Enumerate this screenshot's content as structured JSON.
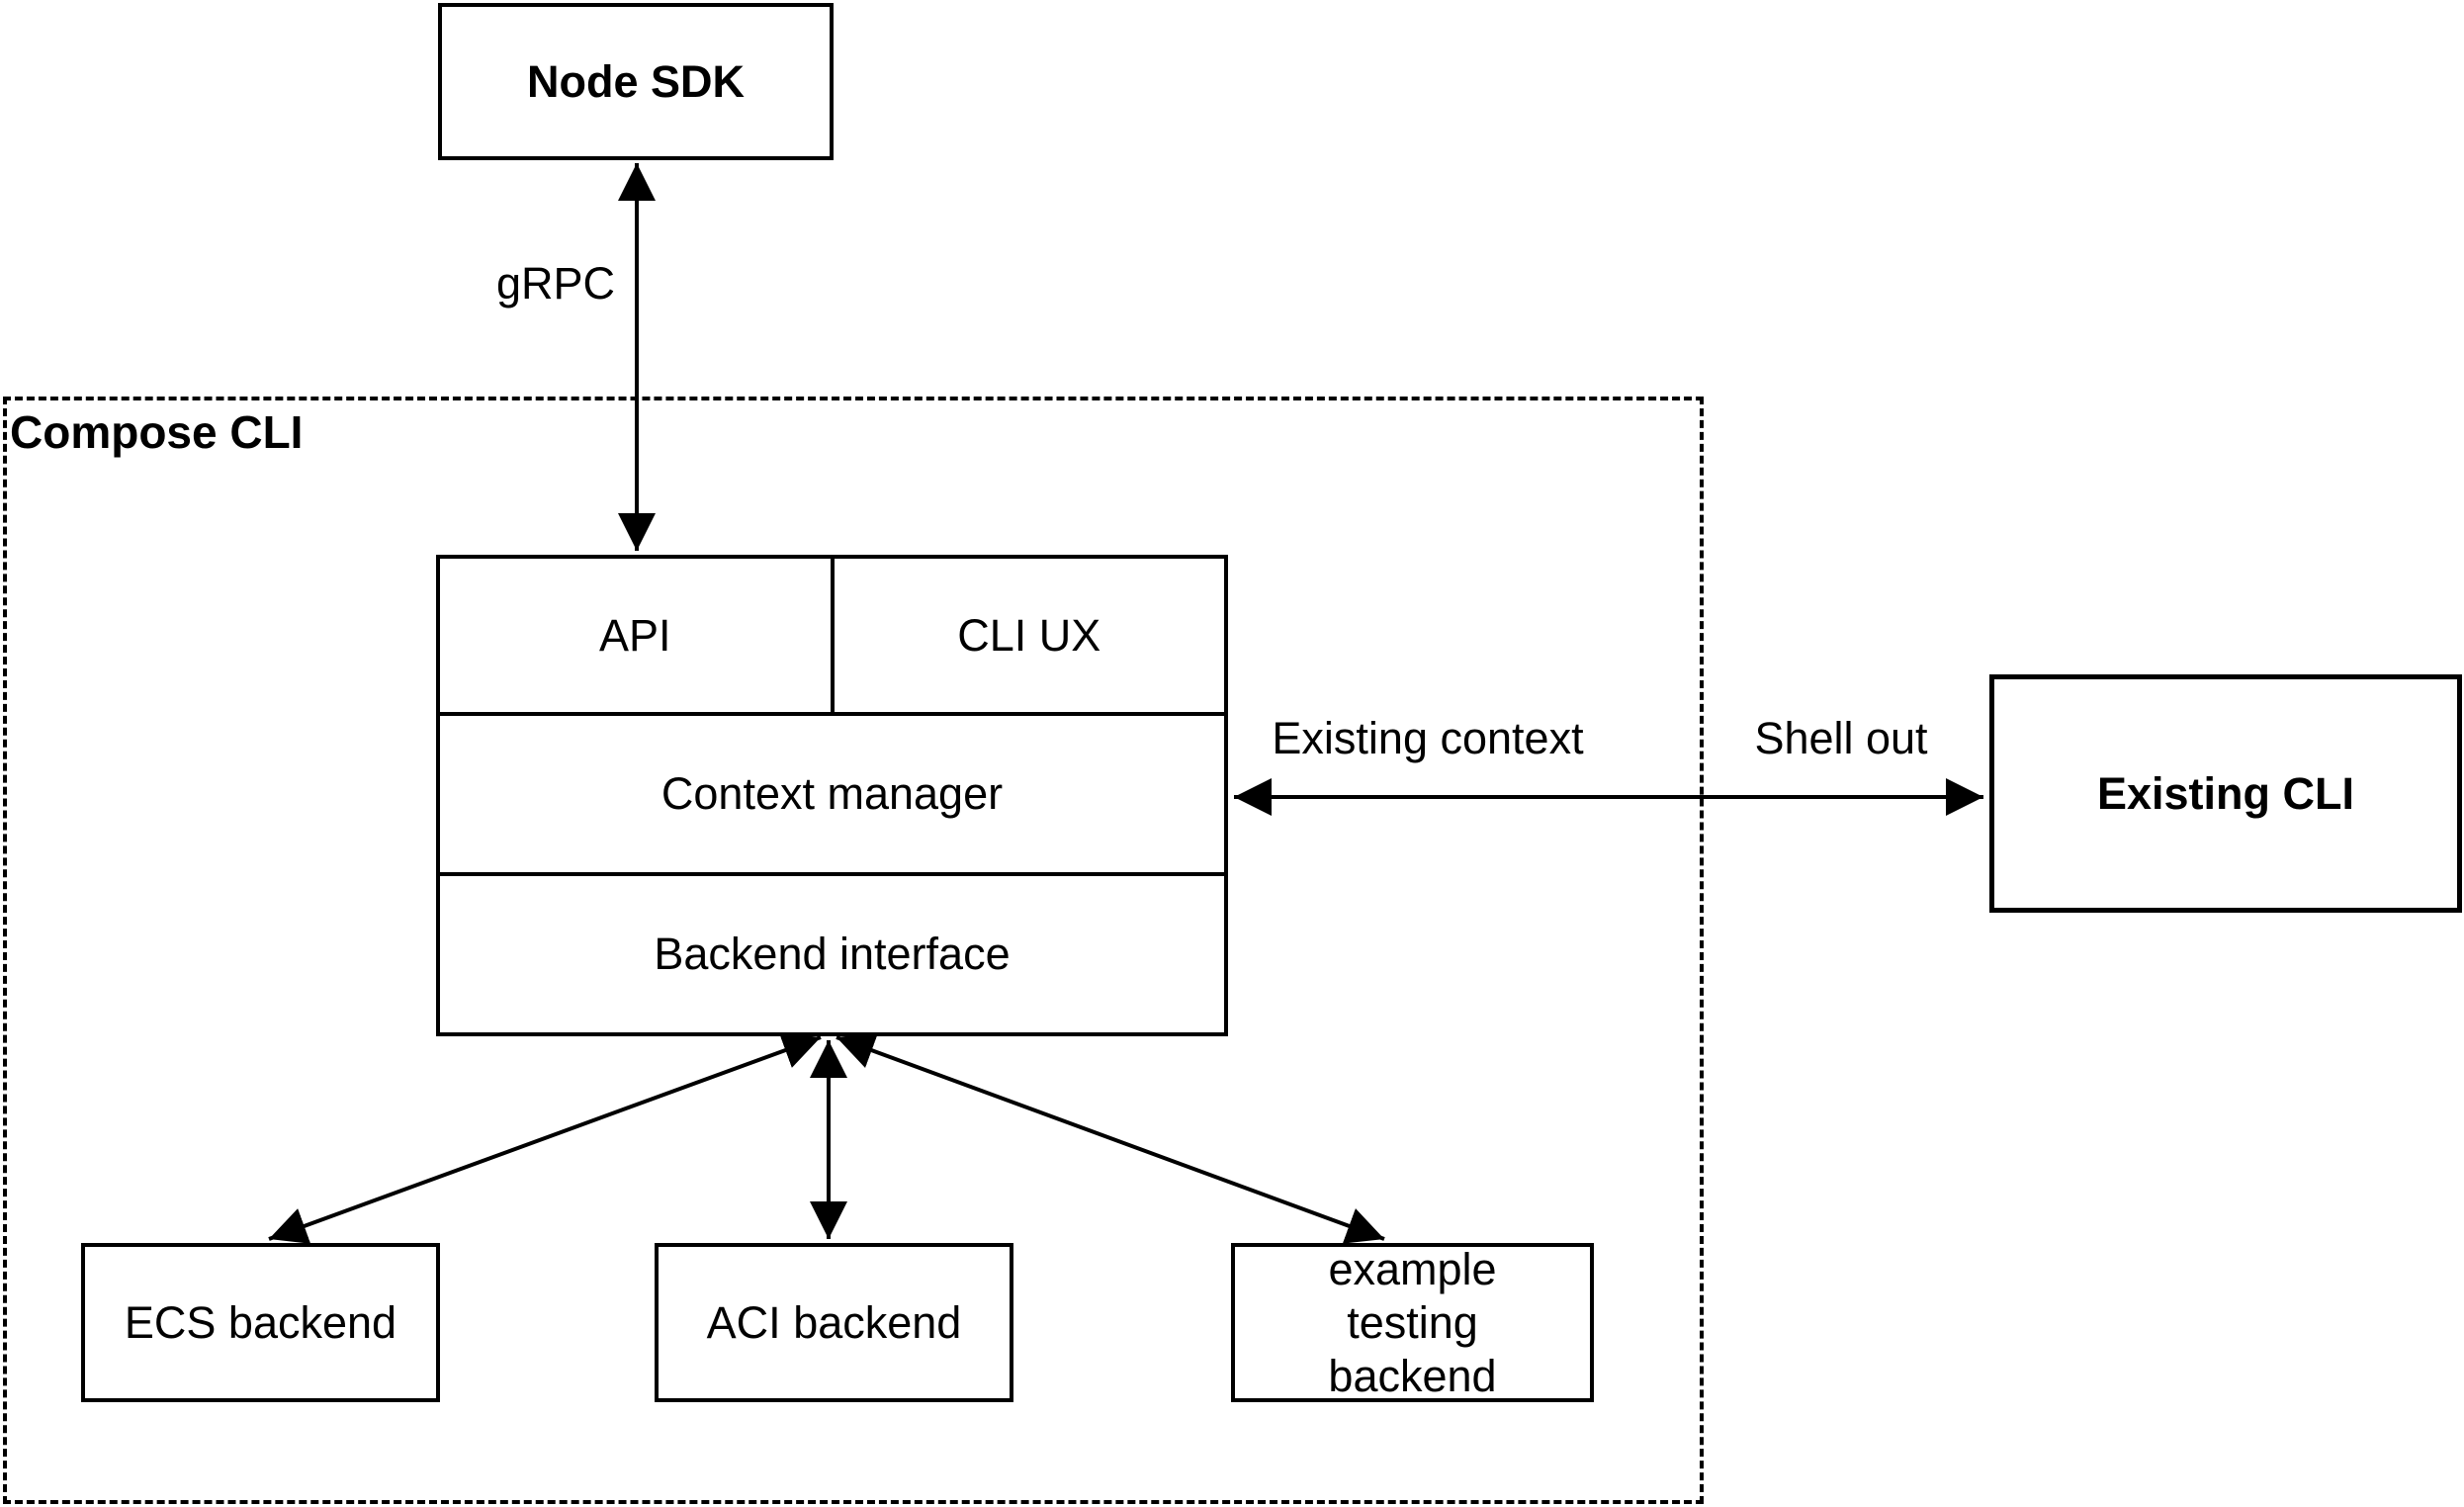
{
  "colors": {
    "stroke": "#000000",
    "background": "#ffffff",
    "text": "#000000"
  },
  "groups": {
    "compose_cli": {
      "label": "Compose CLI"
    }
  },
  "nodes": {
    "node_sdk": {
      "label": "Node SDK"
    },
    "api": {
      "label": "API"
    },
    "cli_ux": {
      "label": "CLI UX"
    },
    "context_manager": {
      "label": "Context manager"
    },
    "backend_interface": {
      "label": "Backend interface"
    },
    "ecs_backend": {
      "label": "ECS backend"
    },
    "aci_backend": {
      "label": "ACI backend"
    },
    "example_testing_backend": {
      "label": "example testing backend"
    },
    "existing_cli": {
      "label": "Existing CLI"
    }
  },
  "edge_labels": {
    "grpc": {
      "label": "gRPC"
    },
    "existing_context": {
      "label": "Existing context"
    },
    "shell_out": {
      "label": "Shell out"
    }
  }
}
